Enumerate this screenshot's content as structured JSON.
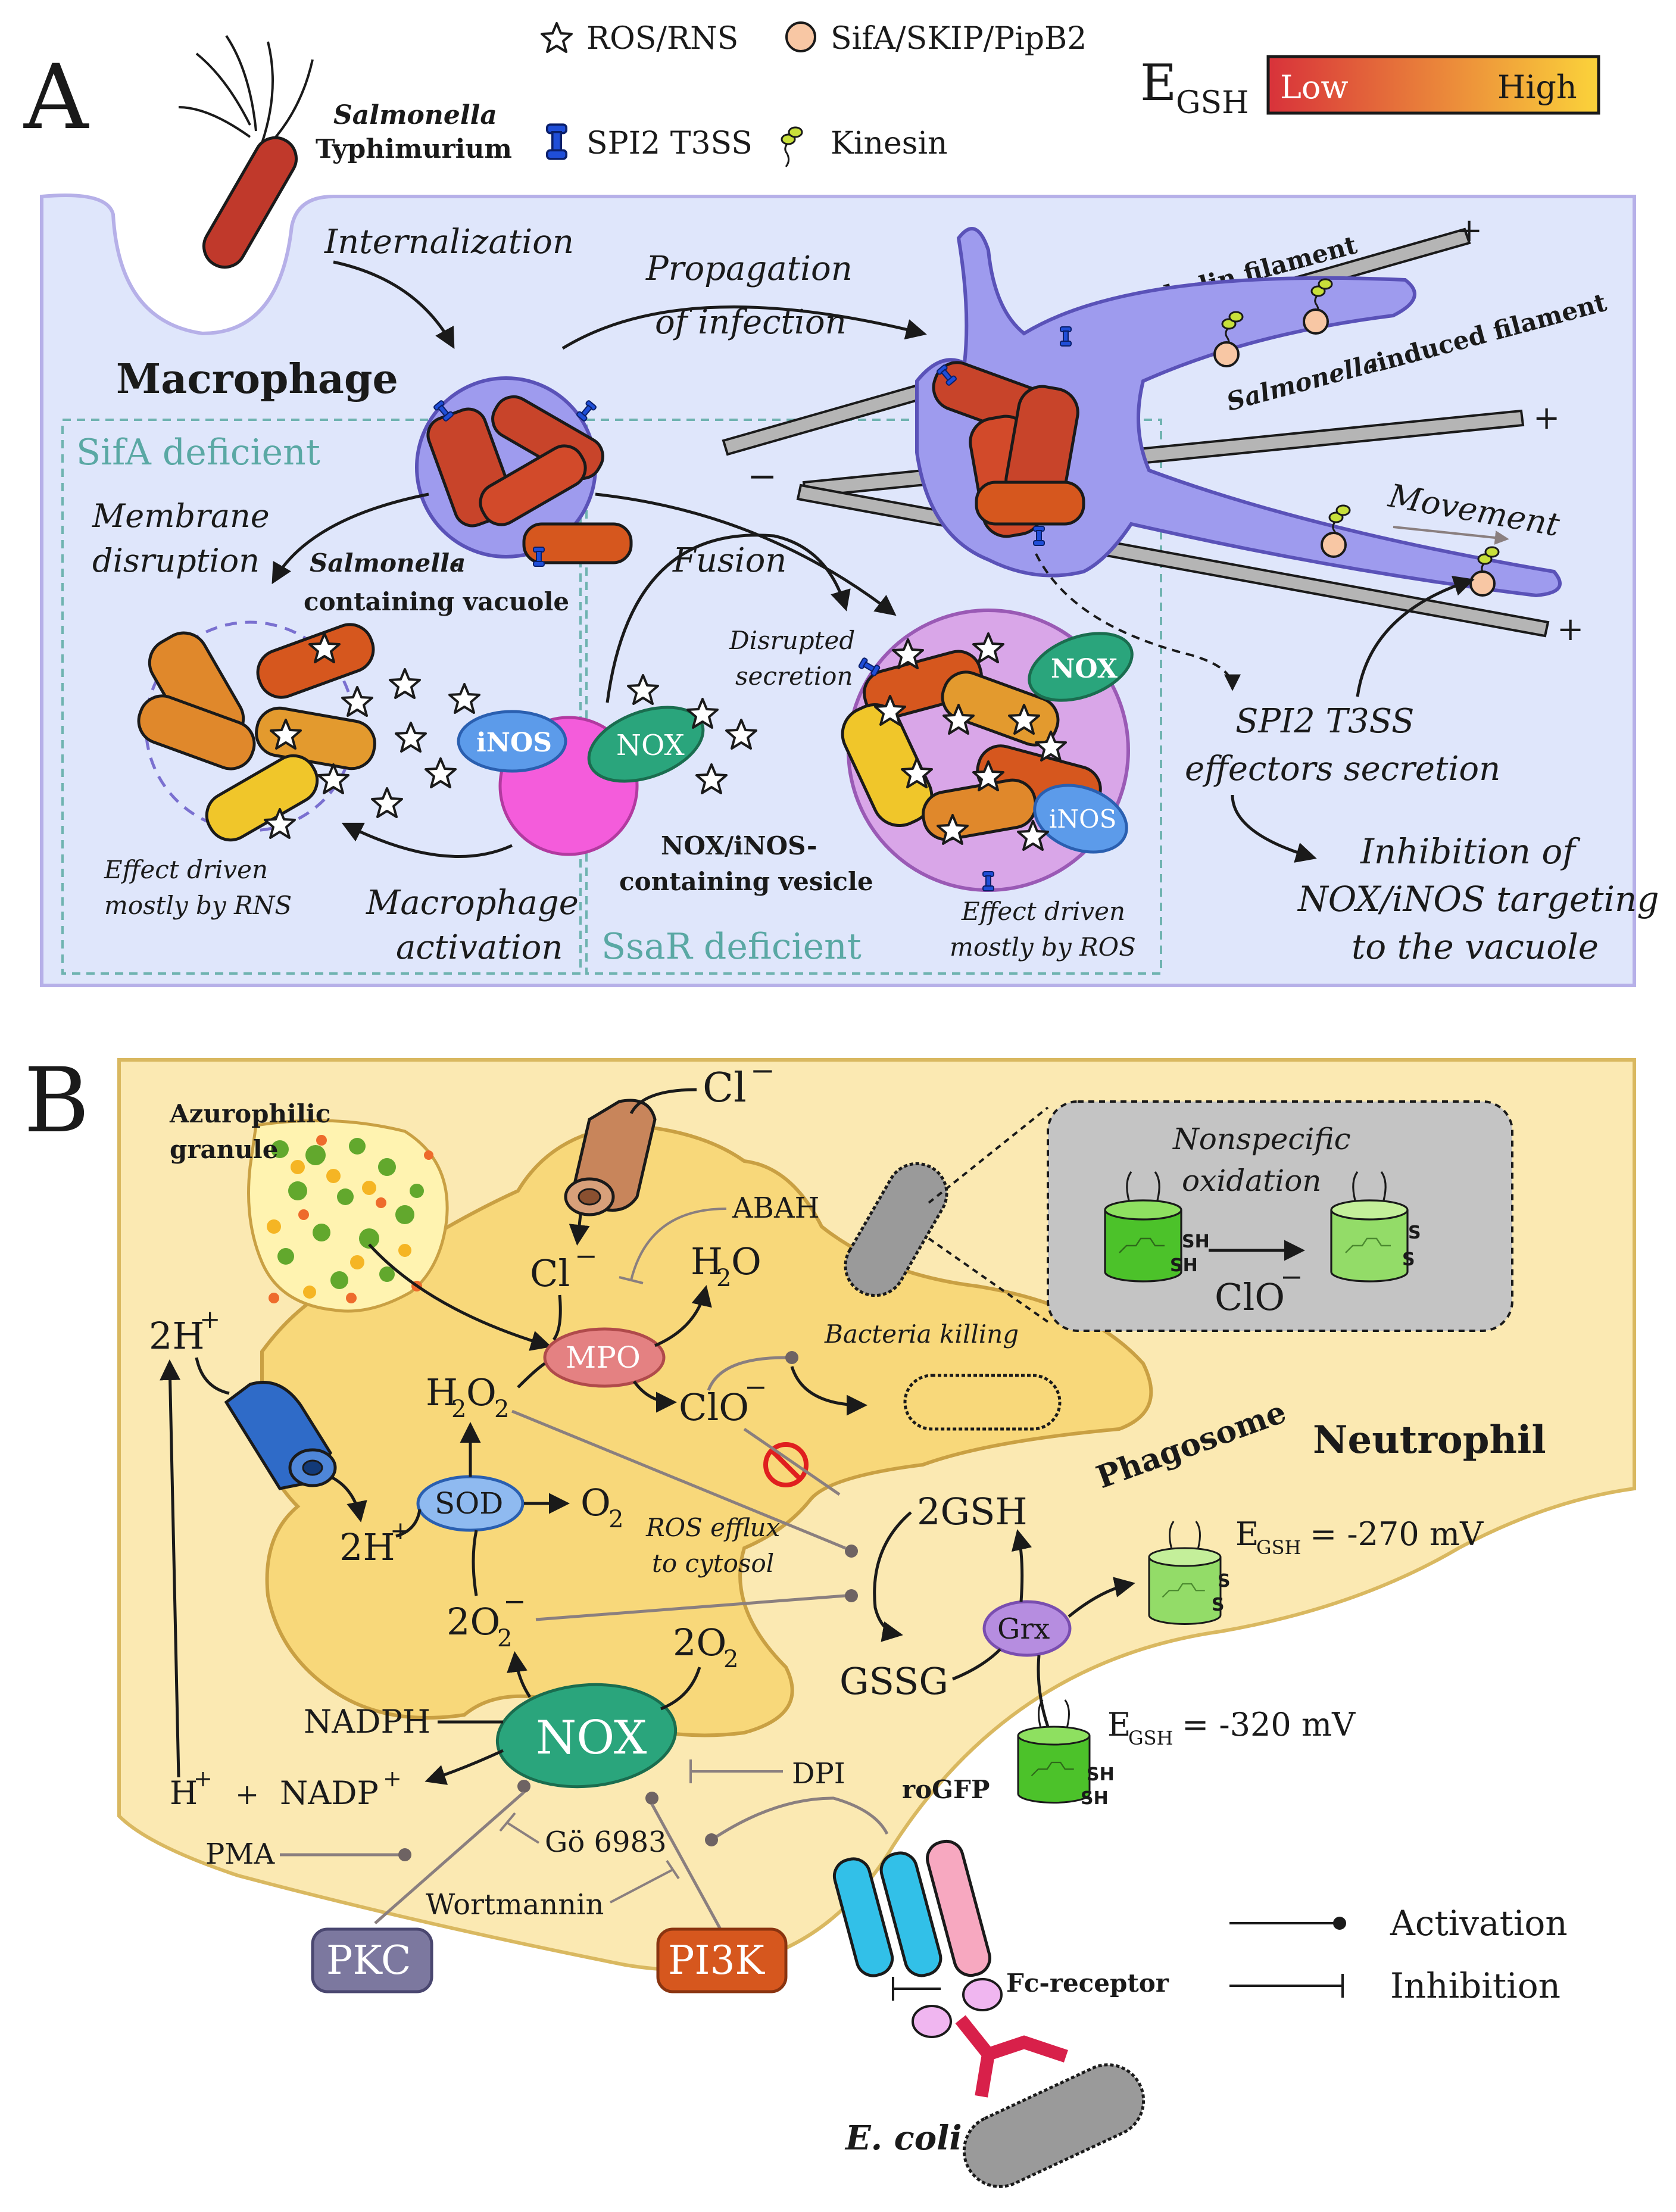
{
  "panel_a": {
    "label": "A",
    "legend": {
      "ros": "ROS/RNS",
      "sifa": "SifA/SKIP/PipB2",
      "t3ss": "SPI2 T3SS",
      "kinesin": "Kinesin",
      "egsh_label": "E",
      "egsh_sub": "GSH",
      "low": "Low",
      "high": "High"
    },
    "salmonella_1": "Salmonella",
    "salmonella_2": "Typhimurium",
    "macrophage": "Macrophage",
    "internalization": "Internalization",
    "propagation_1": "Propagation",
    "propagation_2": "of infection",
    "tubulin": "Tubulin filament",
    "sif_italic": "Salmonella",
    "sif_rest": "-induced filament",
    "movement": "Movement",
    "sifa_deficient": "SifA deficient",
    "ssar_deficient": "SsaR deficient",
    "membrane_1": "Membrane",
    "membrane_2": "disruption",
    "scv_italic": "Salmonella",
    "scv_rest": "-",
    "scv_2": "containing vacuole",
    "fusion": "Fusion",
    "disrupted_1": "Disrupted",
    "disrupted_2": "secretion",
    "inos": "iNOS",
    "nox": "NOX",
    "vesicle_1": "NOX/iNOS-",
    "vesicle_2": "containing vesicle",
    "effect_rns_1": "Effect driven",
    "effect_rns_2": "mostly by RNS",
    "effect_ros_1": "Effect driven",
    "effect_ros_2": "mostly by ROS",
    "activation_1": "Macrophage",
    "activation_2": "activation",
    "effectors_1": "SPI2 T3SS",
    "effectors_2": "effectors secretion",
    "inhibition_1": "Inhibition of",
    "inhibition_2": "NOX/iNOS targeting",
    "inhibition_3": "to the vacuole",
    "plus": "+",
    "minus": "−"
  },
  "panel_b": {
    "label": "B",
    "azuro_1": "Azurophilic",
    "azuro_2": "granule",
    "cl_out": "Cl",
    "cl_in": "Cl",
    "sup_minus": "−",
    "abah": "ABAH",
    "h2o": "H",
    "h2o_sub": "2",
    "h2o_end": "O",
    "mpo": "MPO",
    "h2o2": "H",
    "clo": "ClO",
    "bacteria_killing": "Bacteria killing",
    "phagosome": "Phagosome",
    "neutrophil": "Neutrophil",
    "nonspecific_1": "Nonspecific",
    "nonspecific_2": "oxidation",
    "sh": "SH",
    "s": "S",
    "two_h": "2H",
    "sup_plus": "+",
    "sod": "SOD",
    "o2": "O",
    "two_o2": "2O",
    "ros_efflux_1": "ROS efflux",
    "ros_efflux_2": "to cytosol",
    "gsh2": "2GSH",
    "gssg": "GSSG",
    "grx": "Grx",
    "egsh_270": "= -270 mV",
    "egsh_320": "= -320 mV",
    "e": "E",
    "gsh_sub": "GSH",
    "rogfp": "roGFP",
    "nox": "NOX",
    "nadph": "NADPH",
    "h_plus": "H",
    "plus_sign": "+",
    "nadp": "NADP",
    "dpi": "DPI",
    "pma": "PMA",
    "go": "Gö 6983",
    "wortmannin": "Wortmannin",
    "pkc": "PKC",
    "pi3k": "PI3K",
    "fc": "Fc-receptor",
    "ecoli": "E. coli",
    "activation": "Activation",
    "inhibition": "Inhibition"
  },
  "colors": {
    "macrophage_bg": "#dfe6fb",
    "neutrophil_bg": "#fbe9b2",
    "phagosome_bg": "#f8d87a",
    "scv": "#9e9bee",
    "pink_vesicle": "#f45cdb",
    "nox": "#2aa57c",
    "inos": "#5c9bea",
    "mpo": "#e48182",
    "sod": "#8fbaf0",
    "grx": "#b68de0",
    "pkc": "#7c789f",
    "pi3k": "#d6571e",
    "bacterium_red": "#c8442a",
    "bacterium_orange": "#e0882b",
    "bacterium_yellow": "#f0c62a",
    "legend_low": "#d8323a",
    "legend_high": "#fbd33a"
  }
}
